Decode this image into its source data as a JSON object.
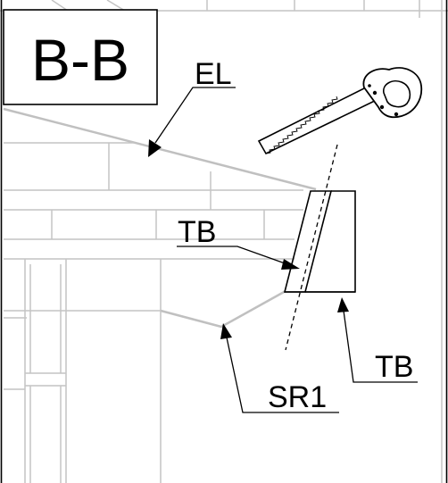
{
  "view": {
    "section_title": "B-B"
  },
  "callouts": {
    "el": "EL",
    "tb_left": "TB",
    "tb_right": "TB",
    "sr1": "SR1"
  },
  "icons": {
    "saw": "hand-saw-icon"
  },
  "colors": {
    "ink": "#000000",
    "background_lines": "#c4c4c4"
  }
}
